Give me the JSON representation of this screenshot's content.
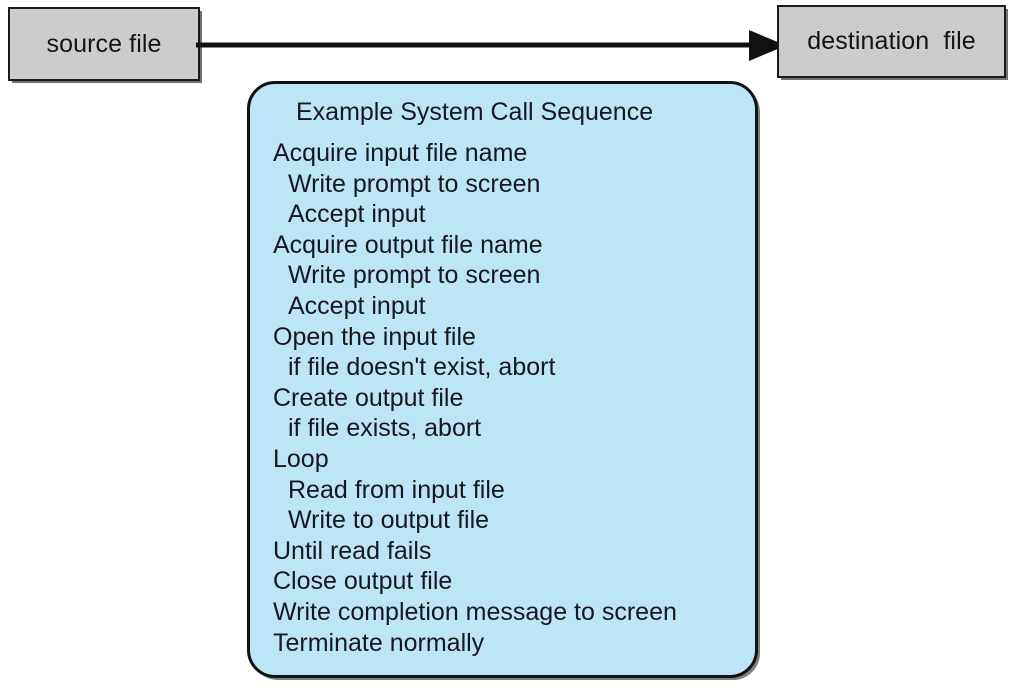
{
  "diagram": {
    "title": "Example System Call Sequence",
    "background_color": "#ffffff",
    "panel_color": "#bce5f8",
    "box_color": "#ccccce",
    "outline_color": "#111114",
    "text_color": "#17171f",
    "source": {
      "label": "source file"
    },
    "destination": {
      "label": "destination  file"
    },
    "arrow": {
      "label": "",
      "direction": "left-to-right"
    },
    "steps": [
      {
        "text": "Acquire input file name",
        "indent": 0
      },
      {
        "text": "Write prompt to screen",
        "indent": 1
      },
      {
        "text": "Accept input",
        "indent": 1
      },
      {
        "text": "Acquire output file name",
        "indent": 0
      },
      {
        "text": "Write prompt to screen",
        "indent": 1
      },
      {
        "text": "Accept input",
        "indent": 1
      },
      {
        "text": "Open the input file",
        "indent": 0
      },
      {
        "text": "if file doesn't exist, abort",
        "indent": 1
      },
      {
        "text": "Create output file",
        "indent": 0
      },
      {
        "text": "if file exists, abort",
        "indent": 1
      },
      {
        "text": "Loop",
        "indent": 0
      },
      {
        "text": "Read from input file",
        "indent": 1
      },
      {
        "text": "Write to output file",
        "indent": 1
      },
      {
        "text": "Until read fails",
        "indent": 0
      },
      {
        "text": "Close output file",
        "indent": 0
      },
      {
        "text": "Write completion message to screen",
        "indent": 0
      },
      {
        "text": "Terminate normally",
        "indent": 0
      }
    ]
  }
}
